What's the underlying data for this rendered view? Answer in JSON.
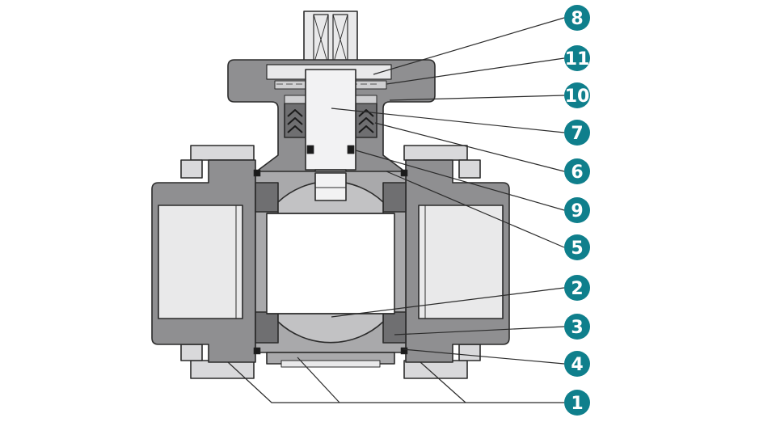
{
  "diagram": {
    "colors": {
      "callout": "#0f7f8c",
      "body_dark": "#8f8f91",
      "body_mid": "#a9a9ab",
      "ball": "#c2c2c4",
      "light": "#e9e9ea",
      "outline": "#2b2b2b"
    },
    "callouts": [
      {
        "id": "c8",
        "label": "8"
      },
      {
        "id": "c11",
        "label": "11"
      },
      {
        "id": "c10",
        "label": "10"
      },
      {
        "id": "c7",
        "label": "7"
      },
      {
        "id": "c6",
        "label": "6"
      },
      {
        "id": "c9",
        "label": "9"
      },
      {
        "id": "c5",
        "label": "5"
      },
      {
        "id": "c2",
        "label": "2"
      },
      {
        "id": "c3",
        "label": "3"
      },
      {
        "id": "c4",
        "label": "4"
      },
      {
        "id": "c1",
        "label": "1"
      }
    ]
  }
}
